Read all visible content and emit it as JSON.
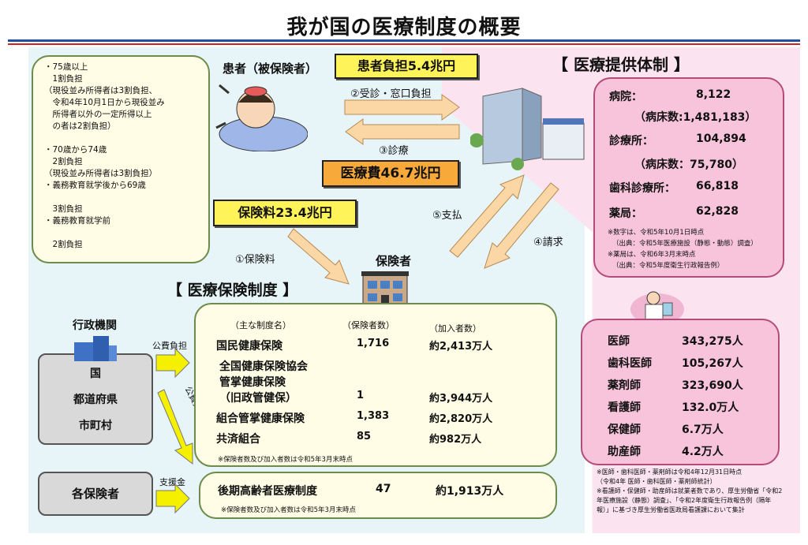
{
  "title": "我が国の医療制度の概要",
  "patient_label": "患者（被保険者）",
  "badges": {
    "patient_burden": "患者負担5.4兆円",
    "medical_cost": "医療費46.7兆円",
    "premium": "保険料23.4兆円"
  },
  "flows": {
    "f2": "②受診・窓口負担",
    "f3": "③診療",
    "f1": "①保険料",
    "f5": "⑤支払",
    "f4": "④請求",
    "public": "公費負担",
    "public2": "公費負担",
    "support": "支援金"
  },
  "provider_title": "【 医療提供体制 】",
  "insurance_title": "【 医療保険制度 】",
  "insurer_label": "保険者",
  "burden_notes": [
    "・75歳以上",
    "　1割負担",
    "（現役並み所得者は3割負担、",
    "　令和4年10月1日から現役並み",
    "　所得者以外の一定所得以上",
    "　の者は2割負担）",
    "",
    "・70歳から74歳",
    "　2割負担",
    "（現役並み所得者は3割負担）",
    "・義務教育就学後から69歳",
    "",
    "　3割負担",
    "・義務教育就学前",
    "",
    "　2割負担"
  ],
  "facilities": [
    {
      "label": "病院：",
      "value": "8,122"
    },
    {
      "label": "",
      "value": "（病床数:1,481,183）"
    },
    {
      "label": "診療所：",
      "value": "104,894"
    },
    {
      "label": "",
      "value": "（病床数：75,780）"
    },
    {
      "label": "歯科診療所：",
      "value": "66,818"
    },
    {
      "label": "薬局：",
      "value": "62,828"
    }
  ],
  "facility_notes": [
    "※数字は、令和5年10月1日時点",
    "（出典：令和5年医療施設（静態・動態）調査）",
    "※薬局は、令和6年3月末時点",
    "（出典：令和5年度衛生行政報告例）"
  ],
  "staff": [
    {
      "label": "医師",
      "value": "343,275人"
    },
    {
      "label": "歯科医師",
      "value": "105,267人"
    },
    {
      "label": "薬剤師",
      "value": "323,690人"
    },
    {
      "label": "看護師",
      "value": "132.0万人"
    },
    {
      "label": "保健師",
      "value": "6.7万人"
    },
    {
      "label": "助産師",
      "value": "4.2万人"
    }
  ],
  "staff_notes": [
    "※医師・歯科医師・薬剤師は令和4年12月31日時点",
    "（令和4年 医師・歯科医師・薬剤師統計）",
    "※看護師・保健師・助産師は就業者数であり、厚生労働省「令和2",
    "年医療施設（静態）調査」、「令和2年度衛生行政報告例（隔年",
    "報）」に基づき厚生労働省医政局看護課において集計"
  ],
  "gov": {
    "title": "行政機関",
    "lines": [
      "国",
      "都道府県",
      "市町村"
    ]
  },
  "other_insurers": "各保険者",
  "table": {
    "headers": [
      "（主な制度名）",
      "（保険者数）",
      "（加入者数）"
    ],
    "rows": [
      {
        "name": "国民健康保険",
        "insurers": "1,716",
        "members": "約2,413万人"
      },
      {
        "name": "全国健康保険協会",
        "insurers": "",
        "members": ""
      },
      {
        "name": "管掌健康保険",
        "insurers": "",
        "members": ""
      },
      {
        "name": "（旧政管健保）",
        "insurers": "1",
        "members": "約3,944万人"
      },
      {
        "name": "組合管掌健康保険",
        "insurers": "1,383",
        "members": "約2,820万人"
      },
      {
        "name": "共済組合",
        "insurers": "85",
        "members": "約982万人"
      }
    ],
    "note": "※保険者数及び加入者数は令和5年3月末時点"
  },
  "elderly": {
    "name": "後期高齢者医療制度",
    "insurers": "47",
    "members": "約1,913万人",
    "note": "※保険者数及び加入者数は令和5年3月末時点"
  }
}
